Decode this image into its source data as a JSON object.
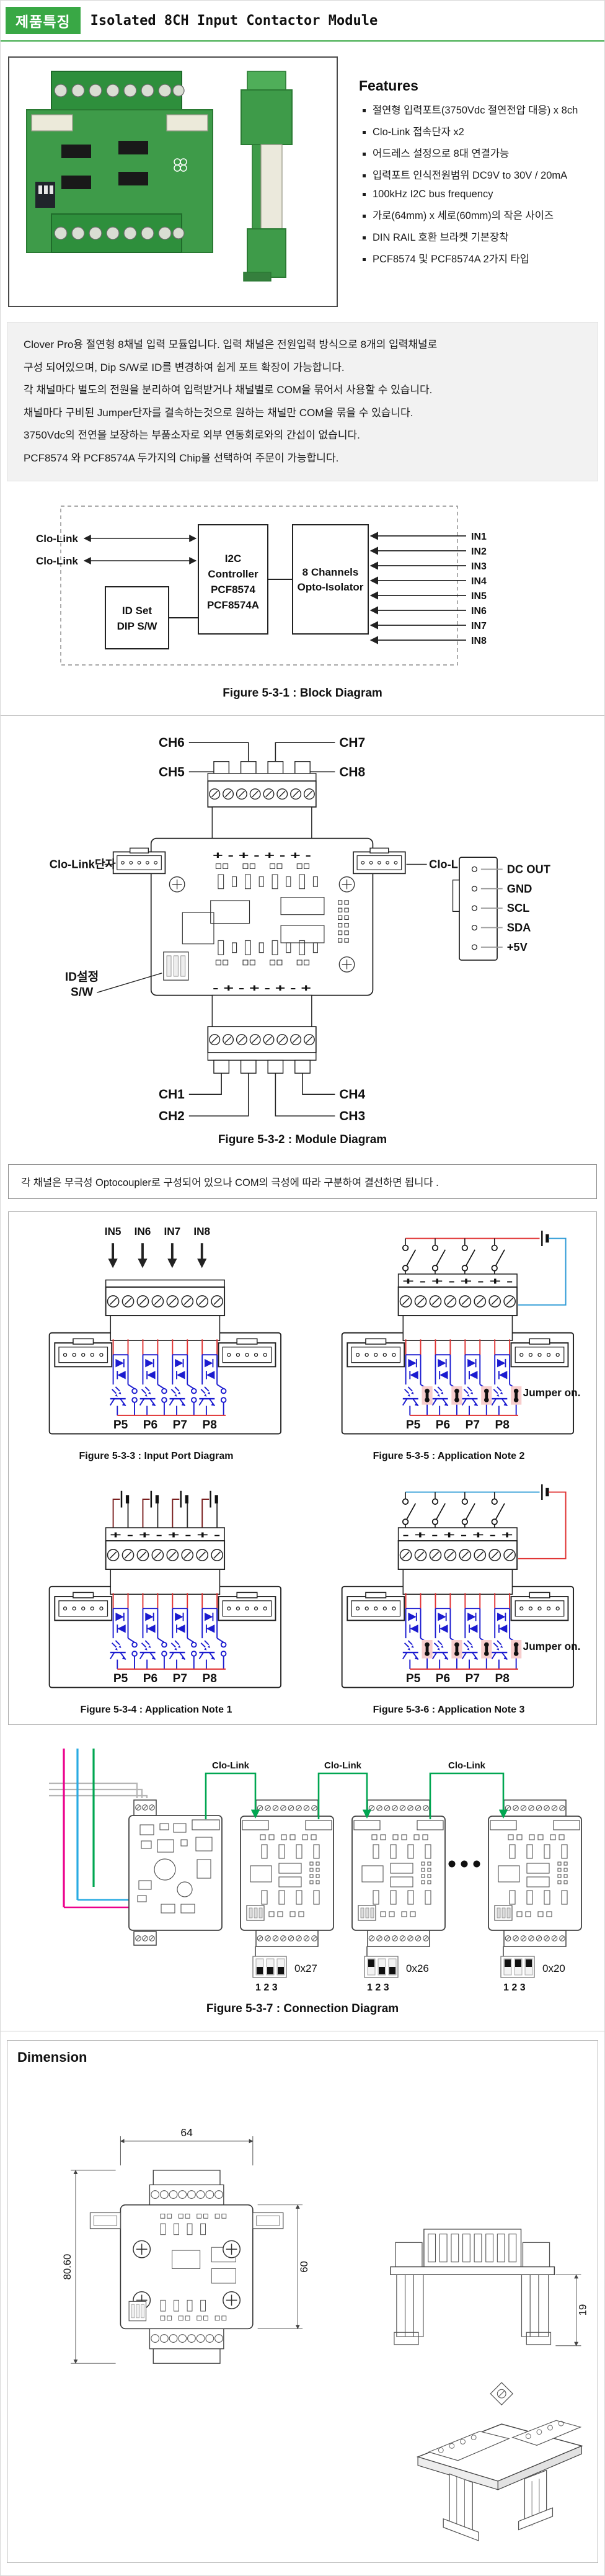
{
  "header": {
    "badge": "제품특징",
    "title": "Isolated 8CH Input Contactor Module"
  },
  "features": {
    "heading": "Features",
    "items": [
      "절연형 입력포트(3750Vdc 절연전압 대응) x 8ch",
      "Clo-Link 접속단자 x2",
      "어드레스 설정으로 8대 연결가능",
      "입력포트 인식전원범위 DC9V to 30V / 20mA",
      "100kHz I2C bus frequency",
      "가로(64mm) x 세로(60mm)의 작은 사이즈",
      "DIN RAIL 호환 브라켓 기본장착",
      "PCF8574 및 PCF8574A 2가지 타입"
    ]
  },
  "description": {
    "lines": [
      "Clover Pro용 절연형 8채널 입력 모듈입니다.  입력 채널은 전원입력 방식으로 8개의 입력채널로",
      "구성 되어있으며, Dip S/W로 ID를 변경하여 쉽게 포트 확장이 가능합니다.",
      "각 채널마다 별도의 전원을 분리하여 입력받거나 채널별로 COM을 묶어서 사용할 수 있습니다.",
      "채널마다 구비된 Jumper단자를 결속하는것으로  원하는 채널만 COM을 묶을 수 있습니다.",
      "3750Vdc의 전연을 보장하는 부품소자로 외부 연동회로와의 간섭이 없습니다.",
      "PCF8574 와 PCF8574A 두가지의 Chip을 선택하여 주문이 가능합니다."
    ]
  },
  "block_diagram": {
    "caption": "Figure 5-3-1 : Block Diagram",
    "left_links": [
      "Clo-Link",
      "Clo-Link"
    ],
    "i2c_box": [
      "I2C",
      "Controller",
      "PCF8574",
      "PCF8574A"
    ],
    "opto_box": [
      "8 Channels",
      "Opto-Isolator"
    ],
    "id_box": [
      "ID Set",
      "DIP S/W"
    ],
    "inputs": [
      "IN1",
      "IN2",
      "IN3",
      "IN4",
      "IN5",
      "IN6",
      "IN7",
      "IN8"
    ]
  },
  "module_diagram": {
    "caption": "Figure 5-3-2 : Module Diagram",
    "top_channels": {
      "ch5": "CH5",
      "ch6": "CH6",
      "ch7": "CH7",
      "ch8": "CH8"
    },
    "bottom_channels": {
      "ch1": "CH1",
      "ch2": "CH2",
      "ch3": "CH3",
      "ch4": "CH4"
    },
    "left_terminal_label": "Clo-Link단자",
    "right_terminal_label": "Clo-Link단자",
    "id_switch_label": [
      "ID설정",
      "S/W"
    ],
    "polarity_top": "+ - + - + - + -",
    "polarity_bottom": "- + - + - + - +",
    "pins": [
      "DC OUT",
      "GND",
      "SCL",
      "SDA",
      "+5V"
    ]
  },
  "note": "각 채널은 무극성 Optocoupler로 구성되어 있으나 COM의 극성에 따라 구분하여 결선하면 됩니다 .",
  "figure_333": {
    "caption": "Figure 5-3-3 : Input Port Diagram",
    "inputs": [
      "IN5",
      "IN6",
      "IN7",
      "IN8"
    ],
    "ports": [
      "P5",
      "P6",
      "P7",
      "P8"
    ]
  },
  "figure_535": {
    "caption": "Figure 5-3-5 : Application Note 2",
    "polarity": "+ - + - + - + -",
    "ports": [
      "P5",
      "P6",
      "P7",
      "P8"
    ],
    "jumper_label": "Jumper on."
  },
  "figure_534": {
    "caption": "Figure 5-3-4 : Application Note 1",
    "polarity": "+ - + - + - + -",
    "ports": [
      "P5",
      "P6",
      "P7",
      "P8"
    ]
  },
  "figure_536": {
    "caption": "Figure 5-3-6 : Application Note 3",
    "polarity": "- + - + - + - +",
    "ports": [
      "P5",
      "P6",
      "P7",
      "P8"
    ],
    "jumper_label": "Jumper on."
  },
  "connection_diagram": {
    "caption": "Figure 5-3-7 : Connection Diagram",
    "clolink_labels": [
      "Clo-Link",
      "Clo-Link",
      "Clo-Link"
    ],
    "modules": [
      {
        "address": "0x27",
        "dip_label": "1 2 3"
      },
      {
        "address": "0x26",
        "dip_label": "1 2 3"
      },
      {
        "address": "0x20",
        "dip_label": "1 2 3"
      }
    ]
  },
  "dimension": {
    "title": "Dimension",
    "width_mm": "64",
    "total_height_mm": "80.60",
    "board_height_mm": "60",
    "depth_mm": "19"
  },
  "colors": {
    "brand_green": "#39A845",
    "link_green": "#00A651",
    "wire_red": "#E03131",
    "wire_blue": "#2E9BD6",
    "opto_blue": "#1B1BD0",
    "bus_magenta": "#EC008C",
    "bus_blue": "#29ABE2",
    "address_red": "#E8262D"
  }
}
